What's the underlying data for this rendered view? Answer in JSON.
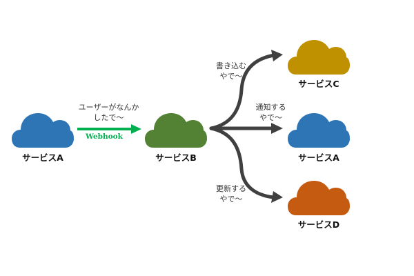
{
  "nodes": {
    "service_a_left": {
      "label": "サービスA",
      "color": "#2e75b6"
    },
    "service_b": {
      "label": "サービスB",
      "color": "#548235"
    },
    "service_c": {
      "label": "サービスC",
      "color": "#bf9000"
    },
    "service_a_right": {
      "label": "サービスA",
      "color": "#2e75b6"
    },
    "service_d": {
      "label": "サービスD",
      "color": "#c55a11"
    }
  },
  "edges": {
    "a_to_b": {
      "line1": "ユーザーがなんか",
      "line2": "したで〜",
      "badge": "Webhook",
      "color": "#00b050"
    },
    "b_to_c": {
      "line1": "書き込む",
      "line2": "やで〜"
    },
    "b_to_a": {
      "line1": "通知する",
      "line2": "やで〜"
    },
    "b_to_d": {
      "line1": "更新する",
      "line2": "やで〜"
    },
    "arrow_color": "#404040"
  }
}
